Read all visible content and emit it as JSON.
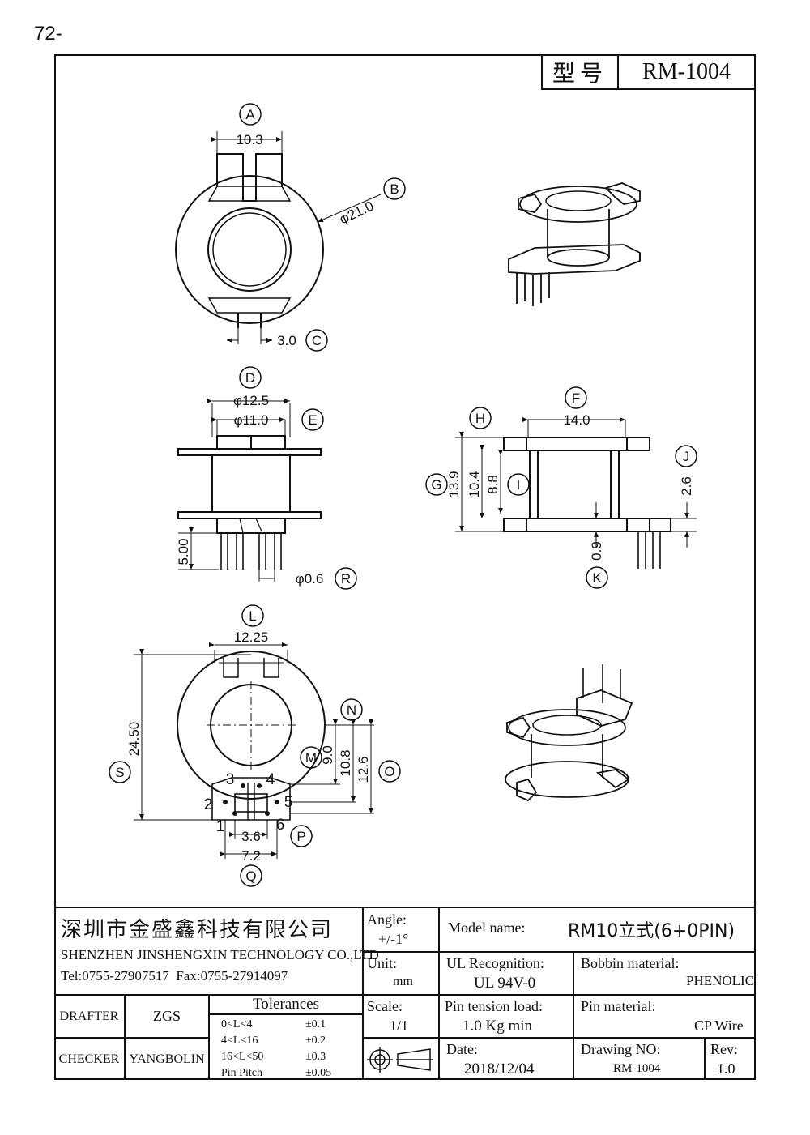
{
  "page_mark": "72-",
  "model_box": {
    "label": "型号",
    "value": "RM-1004"
  },
  "views": {
    "top": {
      "label_A": "A",
      "dim_A": "10.3",
      "label_B": "B",
      "dim_B": "φ21.0",
      "label_C": "C",
      "dim_C": "3.0"
    },
    "front": {
      "label_D": "D",
      "dim_D": "φ12.5",
      "label_E": "E",
      "dim_E": "φ11.0",
      "dim_pin_len": "5.00",
      "label_R": "R",
      "dim_R": "φ0.6"
    },
    "side": {
      "label_F": "F",
      "dim_F": "14.0",
      "label_H": "H",
      "label_G": "G",
      "dim_G": "13.9",
      "dim_104": "10.4",
      "dim_88": "8.8",
      "label_I": "I",
      "label_J": "J",
      "dim_J": "2.6",
      "dim_K": "0.9",
      "label_K": "K"
    },
    "bottom": {
      "label_L": "L",
      "dim_L": "12.25",
      "label_S": "S",
      "dim_S": "24.50",
      "label_N": "N",
      "label_M": "M",
      "dim_90": "9.0",
      "dim_108": "10.8",
      "dim_126": "12.6",
      "label_O": "O",
      "label_P": "P",
      "dim_P": "3.6",
      "dim_Q": "7.2",
      "label_Q": "Q",
      "pins": [
        "1",
        "2",
        "3",
        "4",
        "5",
        "6"
      ]
    }
  },
  "title_block": {
    "company_cn": "深圳市金盛鑫科技有限公司",
    "company_en": "SHENZHEN JINSHENGXIN TECHNOLOGY CO.,LTD",
    "contact": "Tel:0755-27907517  Fax:0755-27914097",
    "drafter_label": "DRAFTER",
    "drafter": "ZGS",
    "checker_label": "CHECKER",
    "checker": "YANGBOLIN",
    "tolerances_title": "Tolerances",
    "tolerances": [
      {
        "range": "0<L<4",
        "value": "±0.1"
      },
      {
        "range": "4<L<16",
        "value": "±0.2"
      },
      {
        "range": "16<L<50",
        "value": "±0.3"
      },
      {
        "range": "Pin Pitch",
        "value": "±0.05"
      }
    ],
    "angle_label": "Angle:",
    "angle_value": "+/-1°",
    "unit_label": "Unit:",
    "unit_value": "mm",
    "scale_label": "Scale:",
    "scale_value": "1/1",
    "model_name_label": "Model name:",
    "model_name": "RM10立式(6+0PIN)",
    "ul_label": "UL Recognition:",
    "ul_value": "UL 94V-0",
    "bobbin_label": "Bobbin material:",
    "bobbin_value": "PHENOLIC",
    "pin_tension_label": "Pin tension load:",
    "pin_tension_value": "1.0 Kg min",
    "pin_material_label": "Pin material:",
    "pin_material_value": "CP Wire",
    "date_label": "Date:",
    "date_value": "2018/12/04",
    "drawing_no_label": "Drawing NO:",
    "drawing_no_value": "RM-1004",
    "rev_label": "Rev:",
    "rev_value": "1.0"
  }
}
